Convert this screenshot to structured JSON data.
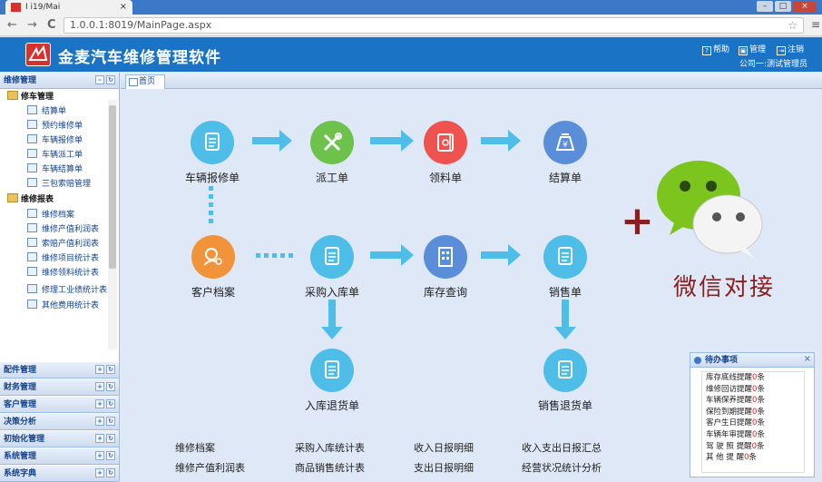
{
  "browser": {
    "tab_title": "I          i19/Mai",
    "tab_close": "×",
    "url": "1.0.0.1:8019/MainPage.aspx",
    "back": "←",
    "forward": "→",
    "reload": "C"
  },
  "header": {
    "logo_mark": "",
    "app_title": "金麦汽车维修管理软件",
    "links": [
      "帮助",
      "管理",
      "注销"
    ],
    "user_info": "公司一:测试管理员"
  },
  "sidebar": {
    "main_panel": "维修管理",
    "tree": [
      {
        "label": "修车管理",
        "type": "folder",
        "children": [
          "结算单",
          "预约维修单",
          "车辆报修单",
          "车辆派工单",
          "车辆结算单",
          "三包索赔管理"
        ]
      },
      {
        "label": "维修报表",
        "type": "folder",
        "children": [
          "维修档案",
          "维修产值利润表",
          "索赔产值利润表",
          "维修项目统计表",
          "维修领料统计表",
          "修理工业绩统计表",
          "其他费用统计表"
        ]
      }
    ],
    "panels": [
      "配件管理",
      "财务管理",
      "客户管理",
      "决策分析",
      "初始化管理",
      "系统管理",
      "系统字典"
    ]
  },
  "main_tab": "首页",
  "flow": {
    "nodes": {
      "repair": "车辆报修单",
      "dispatch": "派工单",
      "material": "领料单",
      "settle": "结算单",
      "customer": "客户档案",
      "purchase": "采购入库单",
      "stock": "库存查询",
      "sales": "销售单",
      "purchase_return": "入库退货单",
      "sales_return": "销售退货单"
    },
    "icons": {
      "repair": "document-icon",
      "dispatch": "tools-icon",
      "material": "receipt-icon",
      "settle": "money-bag-icon",
      "customer": "user-search-icon",
      "purchase": "document-icon",
      "stock": "building-icon",
      "sales": "document-icon",
      "purchase_return": "document-icon",
      "sales_return": "document-icon"
    },
    "colors": {
      "blue": "#4ebde8",
      "green": "#6cc24a",
      "red": "#ef5350",
      "purple": "#5a8ed8",
      "orange": "#f0933a",
      "arrow": "#4ebde8"
    }
  },
  "quick_links": [
    [
      "维修档案",
      "采购入库统计表",
      "收入日报明细",
      "收入支出日报汇总"
    ],
    [
      "维修产值利润表",
      "商品销售统计表",
      "支出日报明细",
      "经营状况统计分析"
    ]
  ],
  "wechat": {
    "plus": "+",
    "text": "微信对接",
    "color": "#8b1f1f"
  },
  "todo": {
    "title": "待办事项",
    "close": "×",
    "items": [
      {
        "label": "库存底线提醒",
        "count": "0",
        "unit": "条"
      },
      {
        "label": "维修回访提醒",
        "count": "0",
        "unit": "条"
      },
      {
        "label": "车辆保养提醒",
        "count": "0",
        "unit": "条"
      },
      {
        "label": "保险到期提醒",
        "count": "0",
        "unit": "条"
      },
      {
        "label": "客户生日提醒",
        "count": "0",
        "unit": "条"
      },
      {
        "label": "车辆年审提醒",
        "count": "0",
        "unit": "条"
      },
      {
        "label": "驾 驶 照 提醒",
        "count": "0",
        "unit": "条"
      },
      {
        "label": "其 他 提 醒",
        "count": "0",
        "unit": "条"
      }
    ]
  }
}
